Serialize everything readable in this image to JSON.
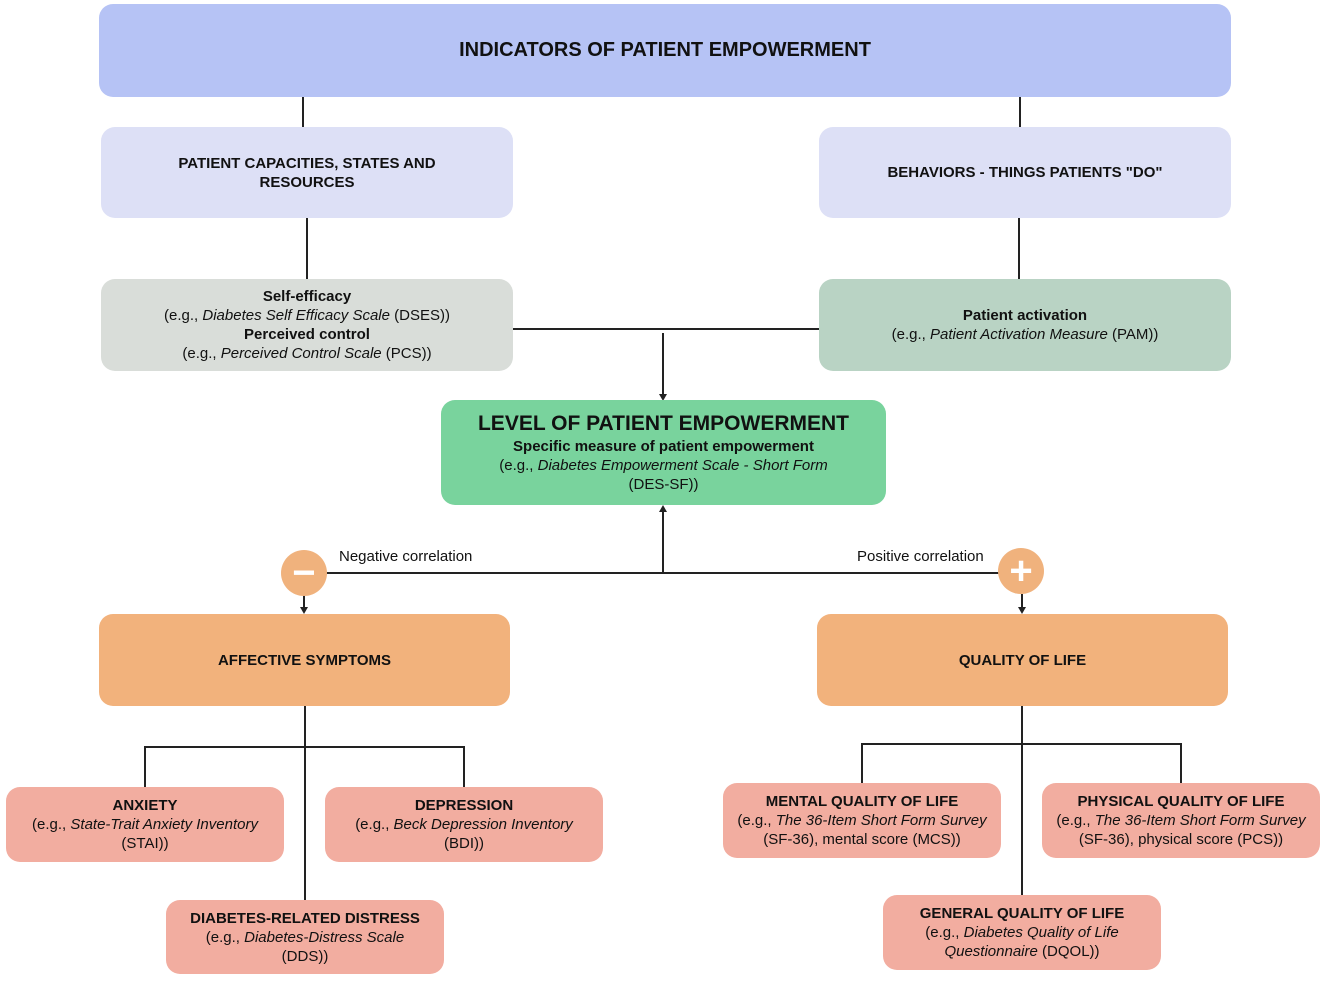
{
  "colors": {
    "top": "#b6c3f5",
    "category": "#dde0f6",
    "capacity": "#d9ddd9",
    "activation": "#b9d3c4",
    "level": "#79d39d",
    "outcome": "#f2b27c",
    "sub": "#f2ada0"
  },
  "top": {
    "title": "INDICATORS OF PATIENT EMPOWERMENT"
  },
  "capacities": {
    "line1": "PATIENT CAPACITIES, STATES AND",
    "line2": "RESOURCES"
  },
  "behaviors": {
    "title": "BEHAVIORS - THINGS PATIENTS \"DO\""
  },
  "selfefficacy": {
    "title": "Self-efficacy",
    "eg": "(e.g., ",
    "scale": "Diabetes Self Efficacy Scale",
    "abbr": " (DSES))",
    "title2": "Perceived control",
    "eg2": "(e.g., ",
    "scale2": "Perceived Control Scale",
    "abbr2": " (PCS))"
  },
  "activation": {
    "title": "Patient activation",
    "eg": "(e.g., ",
    "scale": "Patient Activation Measure",
    "abbr": " (PAM))"
  },
  "level": {
    "title": "LEVEL OF PATIENT EMPOWERMENT",
    "subtitle": "Specific measure of patient empowerment",
    "eg": "(e.g., ",
    "scale": "Diabetes Empowerment Scale - Short Form",
    "abbr": "(DES-SF))"
  },
  "correlations": {
    "negative": "Negative correlation",
    "positive": "Positive correlation",
    "minus": "−",
    "plus": "+"
  },
  "affective": {
    "title": "AFFECTIVE SYMPTOMS"
  },
  "quality": {
    "title": "QUALITY OF LIFE"
  },
  "anxiety": {
    "title": "ANXIETY",
    "eg": "(e.g., ",
    "scale": "State-Trait Anxiety Inventory",
    "abbr": "(STAI))"
  },
  "depression": {
    "title": "DEPRESSION",
    "eg": "(e.g., ",
    "scale": "Beck Depression Inventory",
    "abbr": "(BDI))"
  },
  "distress": {
    "title": "DIABETES-RELATED DISTRESS",
    "eg": "(e.g., ",
    "scale": "Diabetes-Distress Scale",
    "abbr": "(DDS))"
  },
  "mental": {
    "title": "MENTAL QUALITY OF LIFE",
    "eg": "(e.g., ",
    "scale": "The 36-Item Short Form Survey",
    "abbr": "(SF-36), mental score (MCS))"
  },
  "physical": {
    "title": "PHYSICAL QUALITY OF LIFE",
    "eg": "(e.g., ",
    "scale": "The 36-Item Short Form Survey",
    "abbr": "(SF-36), physical score (PCS))"
  },
  "general": {
    "title": "GENERAL QUALITY OF LIFE",
    "eg": "(e.g., ",
    "scale": "Diabetes Quality of Life",
    "scale2": "Questionnaire",
    "abbr": " (DQOL))"
  }
}
